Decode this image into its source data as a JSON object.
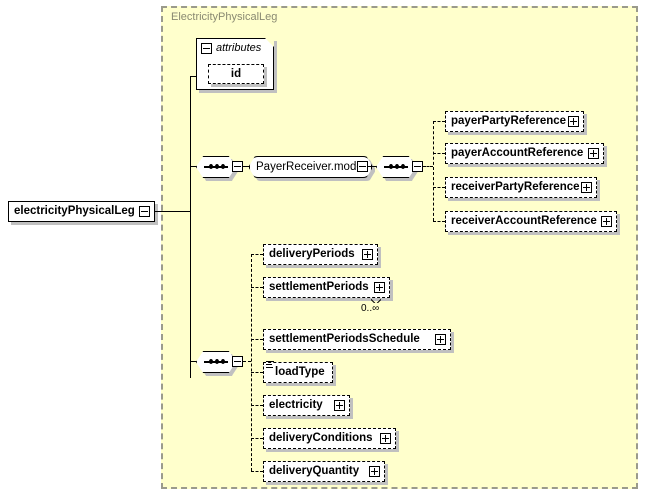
{
  "diagram": {
    "kind": "xsd-schema-diagram",
    "root_element": {
      "label": "electricityPhysicalLeg",
      "control": "collapse"
    },
    "complex_type": {
      "title": "ElectricityPhysicalLeg"
    },
    "attributes_group": {
      "header": "attributes",
      "control": "collapse",
      "items": [
        {
          "label": "id"
        }
      ]
    },
    "payer_receiver_branch": {
      "sequence_left": {
        "icon": "sequence-icon",
        "control": "collapse"
      },
      "model_group": {
        "label": "PayerReceiver.model",
        "control": "collapse"
      },
      "sequence_right": {
        "icon": "sequence-icon",
        "control": "collapse"
      },
      "elements": [
        {
          "label": "payerPartyReference",
          "control": "expand",
          "optional": true
        },
        {
          "label": "payerAccountReference",
          "control": "expand",
          "optional": true
        },
        {
          "label": "receiverPartyReference",
          "control": "expand",
          "optional": true
        },
        {
          "label": "receiverAccountReference",
          "control": "expand",
          "optional": true
        }
      ]
    },
    "main_branch": {
      "sequence": {
        "icon": "sequence-icon",
        "control": "collapse"
      },
      "elements": [
        {
          "label": "deliveryPeriods",
          "control": "expand",
          "optional": true,
          "occurs": ""
        },
        {
          "label": "settlementPeriods",
          "control": "expand",
          "optional": true,
          "occurs": "0..∞",
          "repeating": true
        },
        {
          "label": "settlementPeriodsSchedule",
          "control": "expand",
          "optional": true,
          "occurs": ""
        },
        {
          "label": "loadType",
          "control": "none",
          "optional": true,
          "simple_type": true,
          "occurs": ""
        },
        {
          "label": "electricity",
          "control": "expand",
          "optional": true,
          "occurs": ""
        },
        {
          "label": "deliveryConditions",
          "control": "expand",
          "optional": true,
          "occurs": ""
        },
        {
          "label": "deliveryQuantity",
          "control": "expand",
          "optional": true,
          "occurs": ""
        }
      ]
    },
    "colors": {
      "type_panel_background": "#ffffcc",
      "type_panel_border": "#9a9a8c",
      "type_title_text": "#8a8a72",
      "node_background": "#ffffff",
      "node_border": "#000000",
      "node_shadow": "#c0c0c0",
      "line": "#000000",
      "page_background": "#ffffff"
    }
  }
}
